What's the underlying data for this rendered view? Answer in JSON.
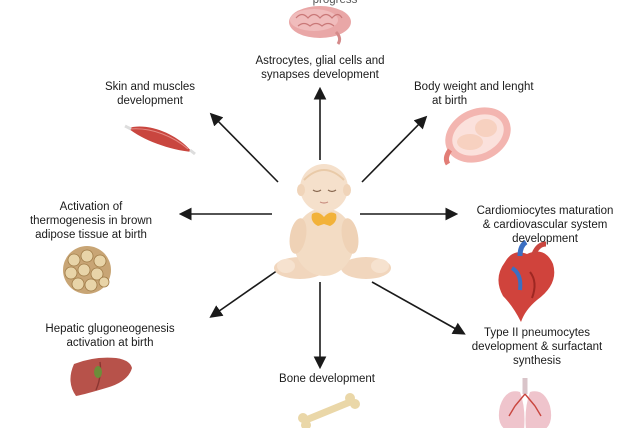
{
  "header_fragment": "progress",
  "center": {
    "name": "infant",
    "icon": "baby-with-thyroid-icon"
  },
  "outcomes": [
    {
      "id": "brain",
      "lines": [
        "Astrocytes, glial cells and",
        "synapses development"
      ],
      "icon": "brain-icon"
    },
    {
      "id": "skin",
      "lines": [
        "Skin and muscles",
        "development"
      ],
      "icon": "muscle-icon"
    },
    {
      "id": "weight",
      "lines": [
        "Body weight and lenght",
        "at birth"
      ],
      "icon": "fetus-in-womb-icon"
    },
    {
      "id": "thermo",
      "lines": [
        "Activation of",
        "thermogenesis in brown",
        "adipose tissue at birth"
      ],
      "icon": "adipose-tissue-icon"
    },
    {
      "id": "cardio",
      "lines": [
        "Cardiomiocytes maturation",
        "& cardiovascular system",
        "development"
      ],
      "icon": "heart-icon"
    },
    {
      "id": "hepatic",
      "lines": [
        "Hepatic glugoneogenesis",
        "activation at birth"
      ],
      "icon": "liver-icon"
    },
    {
      "id": "bone",
      "lines": [
        "Bone development"
      ],
      "icon": "bone-icon"
    },
    {
      "id": "lung",
      "lines": [
        "Type II pneumocytes",
        "development & surfactant",
        "synthesis"
      ],
      "icon": "lungs-icon"
    }
  ],
  "colors": {
    "arrow": "#1a1a1a",
    "skin": "#f3dcc4",
    "organ_red": "#c9463f",
    "thyroid": "#f2b23a"
  }
}
